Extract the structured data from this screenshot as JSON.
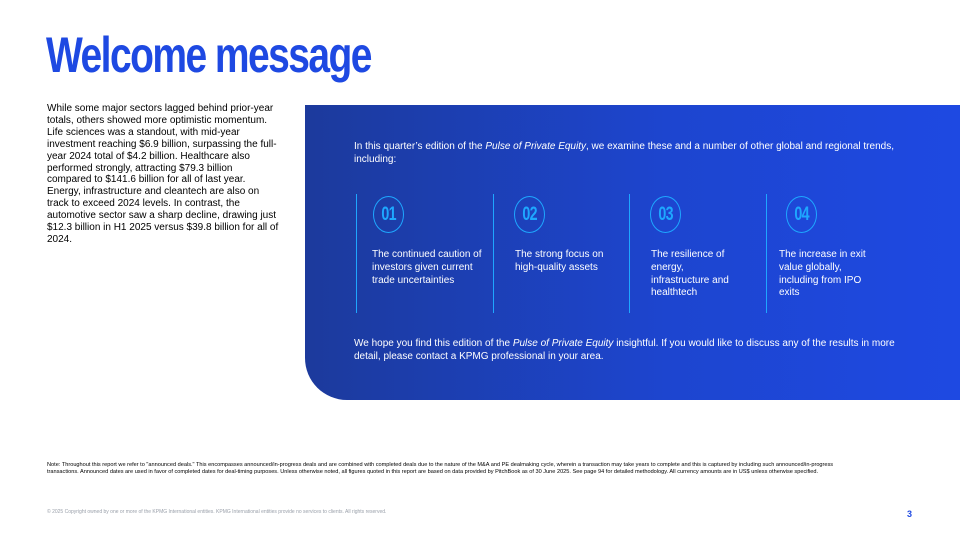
{
  "title": "Welcome message",
  "intro": "While some major sectors lagged behind prior-year totals, others showed more optimistic momentum. Life sciences was a standout, with mid-year investment reaching $6.9 billion, surpassing the full-year 2024 total of $4.2 billion. Healthcare also performed strongly, attracting $79.3 billion compared to $141.6 billion for all of last year. Energy, infrastructure and cleantech are also on track to exceed 2024 levels. In contrast, the automotive sector saw a sharp decline, drawing just $12.3 billion in H1 2025 versus $39.8 billion for all of 2024.",
  "panel": {
    "lead_pre": "In this quarter’s edition of the ",
    "lead_em": "Pulse of Private Equity",
    "lead_post": ", we examine these and a number of other global and regional trends, including:",
    "items": [
      {
        "num": "01",
        "text": "The continued caution of investors given current trade uncertainties"
      },
      {
        "num": "02",
        "text": "The strong focus on high-quality assets"
      },
      {
        "num": "03",
        "text": "The resilience of energy, infrastructure and healthtech"
      },
      {
        "num": "04",
        "text": "The increase in exit value globally, including from IPO exits"
      }
    ],
    "close_pre": "We hope you find this edition of the ",
    "close_em": "Pulse of Private Equity",
    "close_post": " insightful. If you would like to discuss any of the results in more detail, please contact a KPMG professional in your area."
  },
  "note": "Note: Throughout this report we refer to \"announced deals.\" This encompasses announced/in-progress deals and are combined with completed deals due to the nature of the M&A and PE dealmaking cycle, wherein a transaction may take years to complete and this is captured by including such announced/in-progress transactions. Announced dates are used in favor of completed dates for deal-timing purposes. Unless otherwise noted, all figures quoted in this report are based on data provided by PitchBook as of 30 June 2025. See page 94 for detailed methodology. All currency amounts are in US$ unless otherwise specified.",
  "copyright": "© 2025 Copyright owned by one or more of the KPMG International entities. KPMG International entities provide no services to clients. All rights reserved.",
  "page_number": "3"
}
